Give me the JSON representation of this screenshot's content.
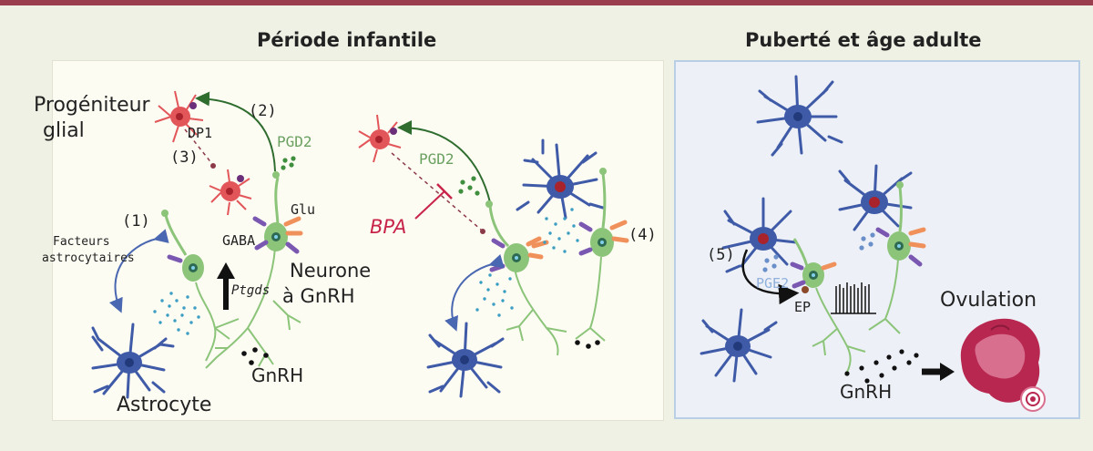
{
  "headings": {
    "left": "Période infantile",
    "right": "Puberté et âge adulte"
  },
  "labels": {
    "progenitor_line1": "Progéniteur",
    "progenitor_line2": "glial",
    "dp1": "DP1",
    "step1": "(1)",
    "step2": "(2)",
    "step3": "(3)",
    "step4": "(4)",
    "step5": "(5)",
    "pgd2_left": "PGD2",
    "pgd2_mid": "PGD2",
    "glu": "Glu",
    "gaba": "GABA",
    "facteurs_line1": "Facteurs",
    "facteurs_line2": "astrocytaires",
    "ptgds": "Ptgds",
    "neurone_line1": "Neurone",
    "neurone_line2": "à GnRH",
    "gnrh_left": "GnRH",
    "astrocyte": "Astrocyte",
    "bpa": "BPA",
    "pge2": "PGE2",
    "ep": "EP",
    "ovulation": "Ovulation",
    "gnrh_right": "GnRH"
  },
  "colors": {
    "top_bar": "#9a3d4d",
    "astrocyte": "#3f5ba8",
    "neuron": "#8cc47a",
    "progenitor": "#e2565a",
    "pgd2": "#6aa060",
    "bpa": "#c8244a",
    "pge2": "#8fb0dd",
    "ovary": "#b8274f"
  }
}
